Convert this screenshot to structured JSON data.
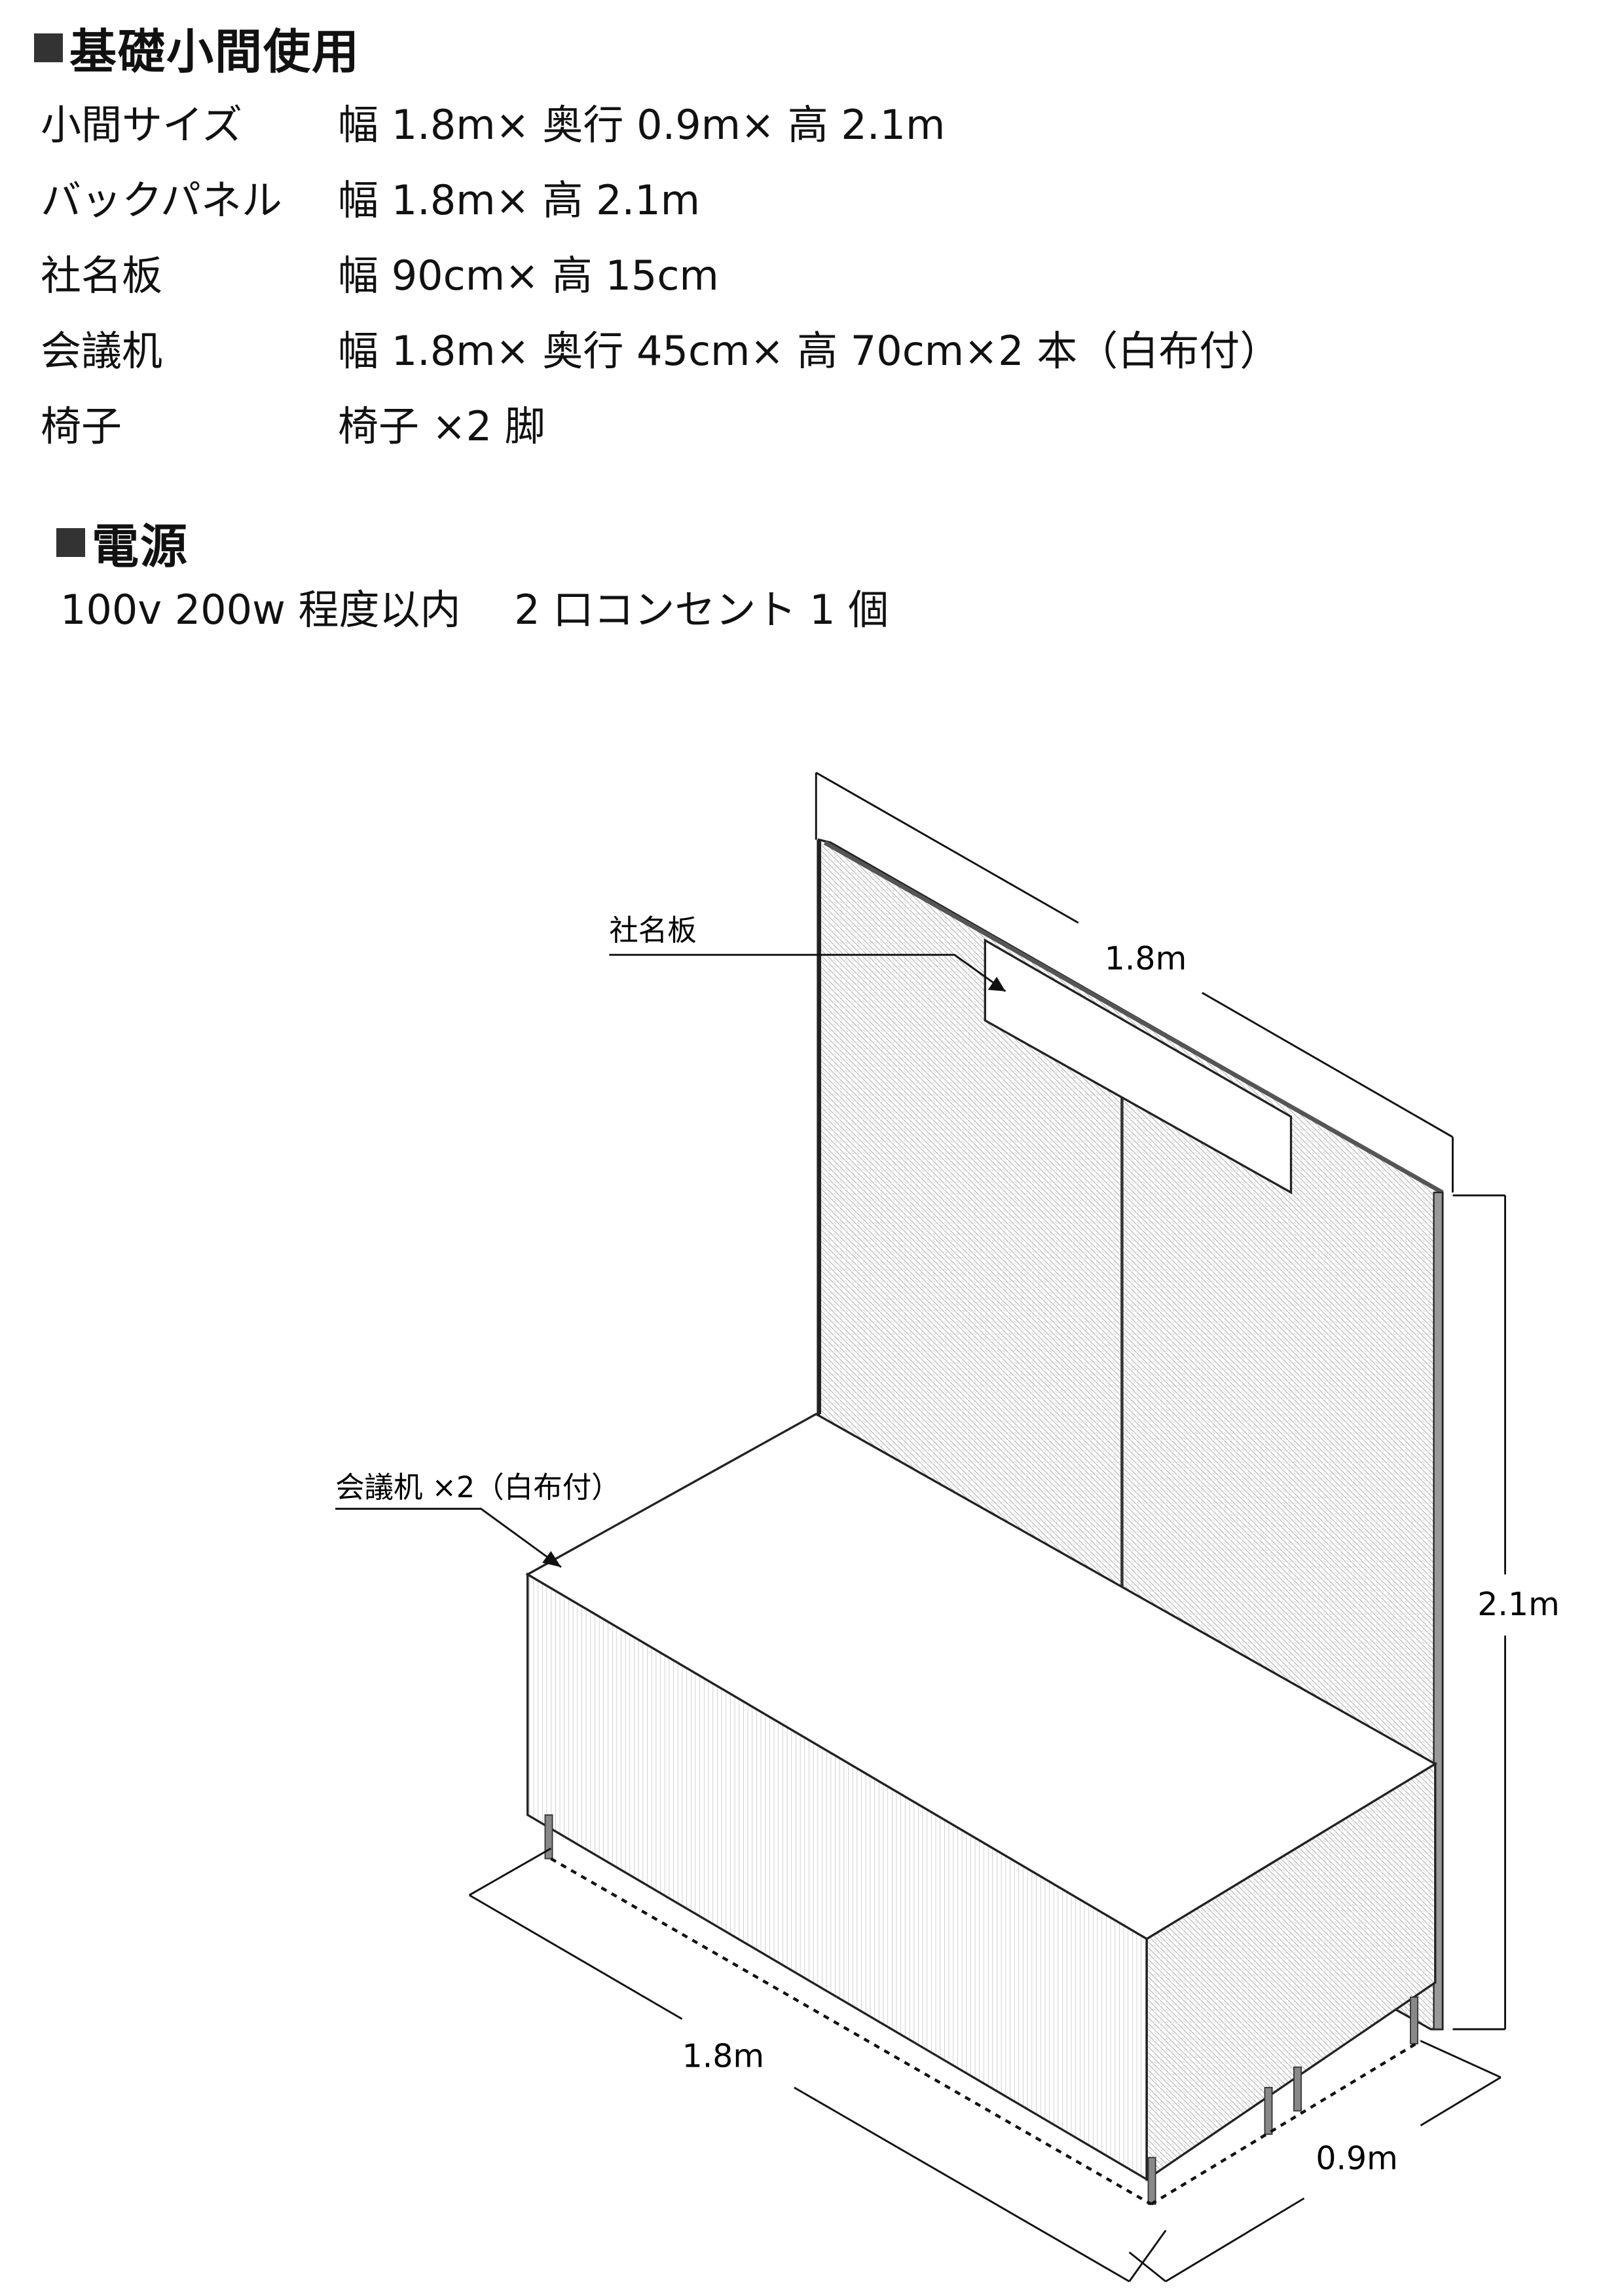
{
  "spec": {
    "title": "基礎小間使用",
    "rows": [
      {
        "label": "小間サイズ",
        "value": "幅 1.8m× 奥行 0.9m× 高 2.1m"
      },
      {
        "label": "バックパネル",
        "value": "幅 1.8m× 高 2.1m"
      },
      {
        "label": "社名板",
        "value": "幅 90cm× 高 15cm"
      },
      {
        "label": "会議机",
        "value": "幅 1.8m× 奥行 45cm× 高 70cm×2 本（白布付）"
      },
      {
        "label": "椅子",
        "value": "椅子 ×2 脚"
      }
    ]
  },
  "power": {
    "title": "電源",
    "text": "100v 200w 程度以内　 2 口コンセント 1 個"
  },
  "diagram": {
    "nameboard_label": "社名板",
    "desk_label": "会議机 ×2（白布付）",
    "panel_width": "1.8m",
    "panel_height": "2.1m",
    "floor_width": "1.8m",
    "floor_depth": "0.9m"
  }
}
